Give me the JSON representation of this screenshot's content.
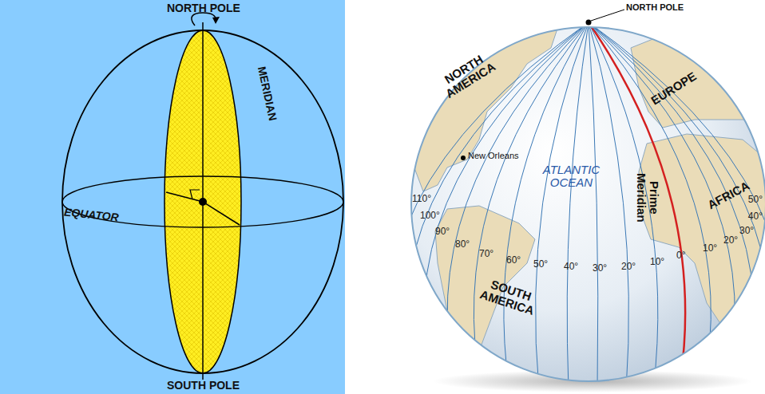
{
  "diagram": {
    "labels": [
      "NORTH POLE",
      "MERIDIAN",
      "EQUATOR",
      "SOUTH POLE",
      "NORTH POLE",
      "NORTH AMERICA",
      "EUROPE",
      "New Orleans",
      "ATLANTIC OCEAN",
      "Prime Meridian",
      "AFRICA",
      "SOUTH AMERICA",
      "110°",
      "100°",
      "90°",
      "80°",
      "70°",
      "60°",
      "50°",
      "40°",
      "30°",
      "20°",
      "10°",
      "0°",
      "10°",
      "20°",
      "30°",
      "40°",
      "50°"
    ]
  }
}
